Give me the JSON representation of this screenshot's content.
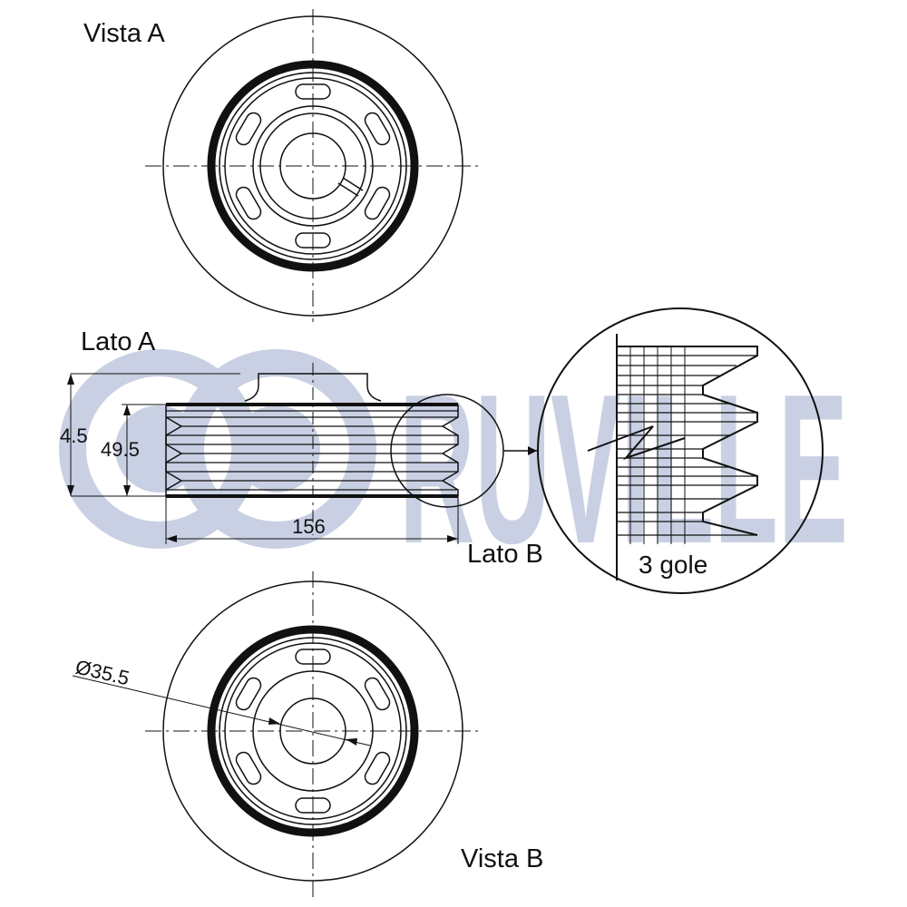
{
  "watermark": {
    "text": "RUVILLE",
    "color": "#c9d0e3"
  },
  "labels": {
    "vista_a": "Vista A",
    "lato_a": "Lato A",
    "lato_b": "Lato B",
    "vista_b": "Vista B",
    "gole": "3 gole"
  },
  "dimensions": {
    "height_outer": "4.5",
    "height_inner": "49.5",
    "width": "156",
    "bore_diameter": "Ø35.5"
  },
  "colors": {
    "line": "#111111",
    "background": "#ffffff"
  }
}
